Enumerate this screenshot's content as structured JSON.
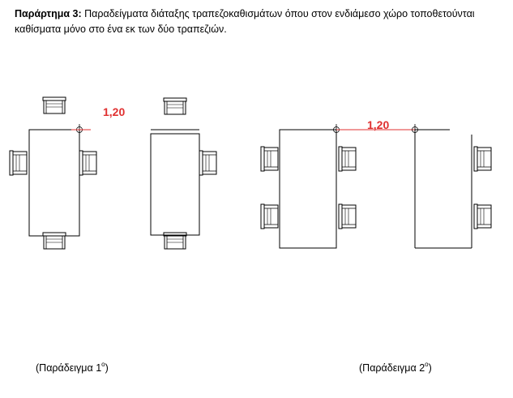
{
  "heading": {
    "label": "Παράρτημα 3:",
    "text": " Παραδείγματα διάταξης τραπεζοκαθισμάτων όπου στον ενδιάμεσο χώρο τοποθετούνται καθίσματα μόνο στο ένα εκ των δύο τραπεζιών."
  },
  "dimensions": {
    "example1": "1,20",
    "example2": "1,20"
  },
  "captions": {
    "example1": {
      "text": "(Παράδειγμα 1",
      "ordinal": "ο",
      "close": ")"
    },
    "example2": {
      "text": "(Παράδειγμα 2",
      "ordinal": "ο",
      "close": ")"
    }
  },
  "colors": {
    "dimension": "#e03030",
    "line": "#000000"
  }
}
